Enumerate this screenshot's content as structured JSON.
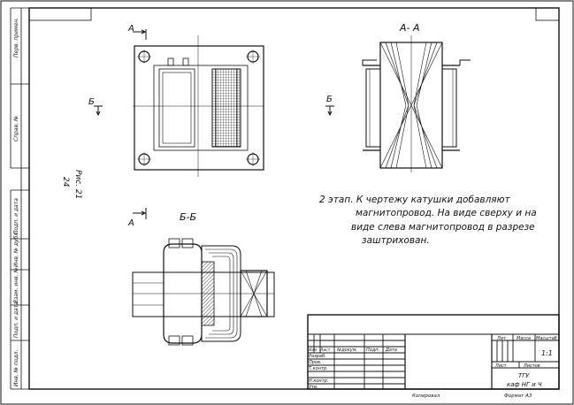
{
  "sections": {
    "aa": "А- А",
    "bb": "Б-Б",
    "a_left": "А",
    "a_bottom": "А",
    "b_left": "Б",
    "b_right": "Б"
  },
  "figure": {
    "label": "Рис. 21",
    "number": "24"
  },
  "note": {
    "line1": "2 этап. К чертежу катушки добавляют",
    "line2": "магнитопровод. На виде сверху и на",
    "line3": "виде слева магнитопровод в разрезе",
    "line4": "заштрихован."
  },
  "side_stamp": {
    "perv_primen": "Перв. примен.",
    "sprav": "Справ. №",
    "podp_data_1": "Подп. и дата",
    "inv_dubl": "Инв. № дубл.",
    "vzam_inv": "Взам. инв. №",
    "podp_data_2": "Подп. и дата",
    "inv_podl": "Инв. № подл."
  },
  "title_block": {
    "izm": "Изм",
    "list_col": "Лист",
    "n_dokum": "№докум.",
    "podp": "Подп.",
    "data": "Дата",
    "razrab": "Разраб.",
    "prov": "Пров.",
    "tkontr": "Т.контр.",
    "nkontr": "Н.контр.",
    "utv": "Утв.",
    "lit": "Лит",
    "massa": "Масса",
    "masshtab": "Масштаб",
    "scale_value": "1:1",
    "sheet": "Лист",
    "sheets": "Листов",
    "org1": "ТГУ",
    "org2": "каф НГ и Ч",
    "kopiroval": "Копировал",
    "format": "Формат А3"
  }
}
